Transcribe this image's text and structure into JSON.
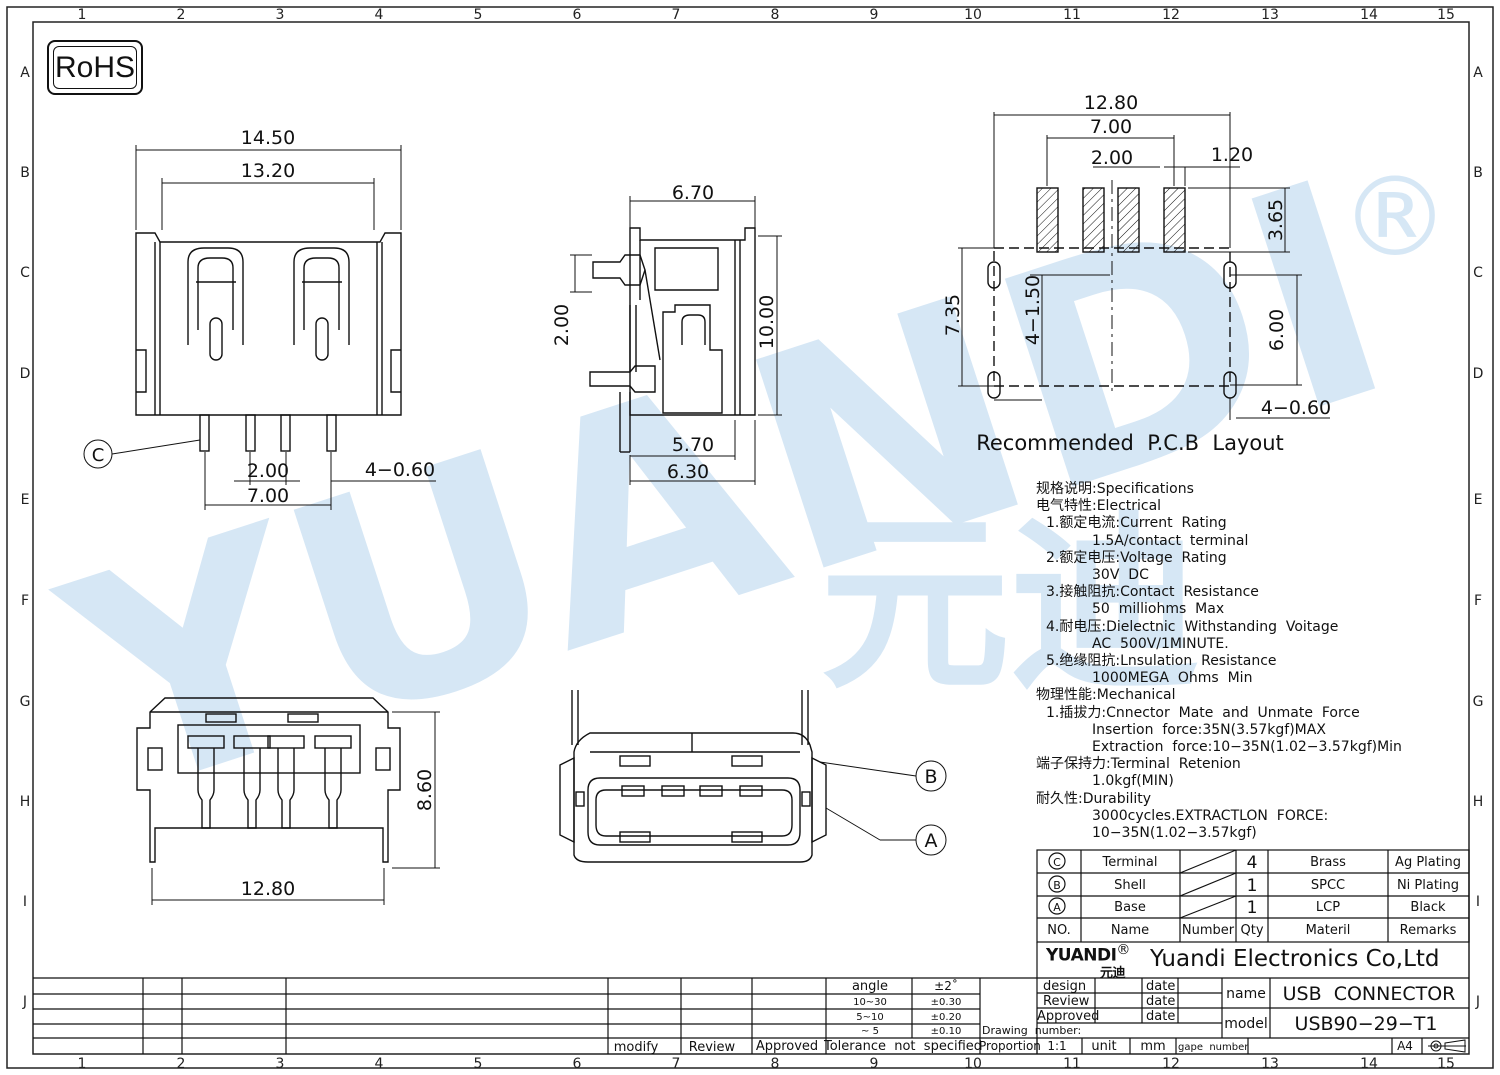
{
  "border": {
    "col_labels": [
      "1",
      "2",
      "3",
      "4",
      "5",
      "6",
      "7",
      "8",
      "9",
      "10",
      "11",
      "12",
      "13",
      "14",
      "15"
    ],
    "row_labels": [
      "A",
      "B",
      "C",
      "D",
      "E",
      "F",
      "G",
      "H",
      "I",
      "J"
    ]
  },
  "rohs_label": "RoHS",
  "watermark": {
    "text": "YUANDI",
    "registered": "®",
    "cn_text": "元迪"
  },
  "dims_front": {
    "width_outer": "14.50",
    "width_inner": "13.20",
    "pitch_2": "2.00",
    "span_7": "7.00",
    "pin_dia": "4−0.60",
    "callout": "C"
  },
  "dims_side": {
    "top": "6.70",
    "height": "10.00",
    "offset": "2.00",
    "bottom_inner": "5.70",
    "bottom_outer": "6.30"
  },
  "dims_pcb": {
    "overall": "12.80",
    "span": "7.00",
    "pitch": "2.00",
    "pad_w": "1.20",
    "pad_h": "3.65",
    "hole_span_v": "7.35",
    "slot": "4−1.50",
    "hole_span": "6.00",
    "hole_dia": "4−0.60",
    "title": "Recommended  P.C.B  Layout"
  },
  "dims_bottom": {
    "width": "12.80",
    "height": "8.60"
  },
  "callouts_end": {
    "b": "B",
    "a": "A"
  },
  "specs": [
    {
      "cls": "",
      "text": "规格说明:Specifications"
    },
    {
      "cls": "",
      "text": "电气特性:Electrical"
    },
    {
      "cls": "i1",
      "text": "1.额定电流:Current  Rating"
    },
    {
      "cls": "i2",
      "text": "1.5A/contact  terminal"
    },
    {
      "cls": "i1",
      "text": "2.额定电压:Voltage  Rating"
    },
    {
      "cls": "i2",
      "text": "30V  DC"
    },
    {
      "cls": "i1",
      "text": "3.接触阻抗:Contact  Resistance"
    },
    {
      "cls": "i2",
      "text": "50  milliohms  Max"
    },
    {
      "cls": "i1",
      "text": "4.耐电压:Dielectnic  Withstanding  Voitage"
    },
    {
      "cls": "i2",
      "text": "AC  500V/1MINUTE."
    },
    {
      "cls": "i1",
      "text": "5.绝缘阻抗:Lnsulation  Resistance"
    },
    {
      "cls": "i2",
      "text": "1000MEGA  Ohms  Min"
    },
    {
      "cls": "",
      "text": "物理性能:Mechanical"
    },
    {
      "cls": "i1",
      "text": "1.插拔力:Cnnector  Mate  and  Unmate  Force"
    },
    {
      "cls": "i2",
      "text": "Insertion  force:35N(3.57kgf)MAX"
    },
    {
      "cls": "i2",
      "text": "Extraction  force:10−35N(1.02−3.57kgf)Min"
    },
    {
      "cls": "",
      "text": "端子保持力:Terminal  Retenion"
    },
    {
      "cls": "i2",
      "text": "1.0kgf(MIN)"
    },
    {
      "cls": "",
      "text": "耐久性:Durability"
    },
    {
      "cls": "i2",
      "text": "3000cycles.EXTRACTLON  FORCE:"
    },
    {
      "cls": "i2",
      "text": "10−35N(1.02−3.57kgf)"
    }
  ],
  "bom": {
    "rows": [
      {
        "no": "C",
        "name": "Terminal",
        "qty": "4",
        "material": "Brass",
        "remark": "Ag  Plating"
      },
      {
        "no": "B",
        "name": "Shell",
        "qty": "1",
        "material": "SPCC",
        "remark": "Ni  Plating"
      },
      {
        "no": "A",
        "name": "Base",
        "qty": "1",
        "material": "LCP",
        "remark": "Black"
      }
    ],
    "header": {
      "no": "NO.",
      "name": "Name",
      "number": "Number",
      "qty": "Qty",
      "material": "Materil",
      "remark": "Remarks"
    }
  },
  "title_block": {
    "company": "Yuandi Electronics Co,Ltd",
    "logo_text": "YUANDI",
    "logo_reg": "®",
    "logo_cn": "元迪",
    "design": "design",
    "review": "Review",
    "approved": "Approved",
    "date": "date",
    "name_label": "name",
    "name_value": "USB  CONNECTOR",
    "model_label": "model",
    "model_value": "USB90−29−T1",
    "drawing_number": "Drawing  number:",
    "proportion": "Proportion",
    "scale": "1:1",
    "unit": "unit",
    "unit_value": "mm",
    "gape_number": "gape  number",
    "sheet": "A4",
    "tol_angle": "angle",
    "tol_angle_val": "±2˚",
    "tol_r1": "10~30",
    "tol_r1_val": "±0.30",
    "tol_r2": "5~10",
    "tol_r2_val": "±0.20",
    "tol_r3": "~ 5",
    "tol_r3_val": "±0.10",
    "tolerance": "Tolerance  not  specified",
    "modify": "modify",
    "rev": "Review",
    "appr": "Approved"
  }
}
